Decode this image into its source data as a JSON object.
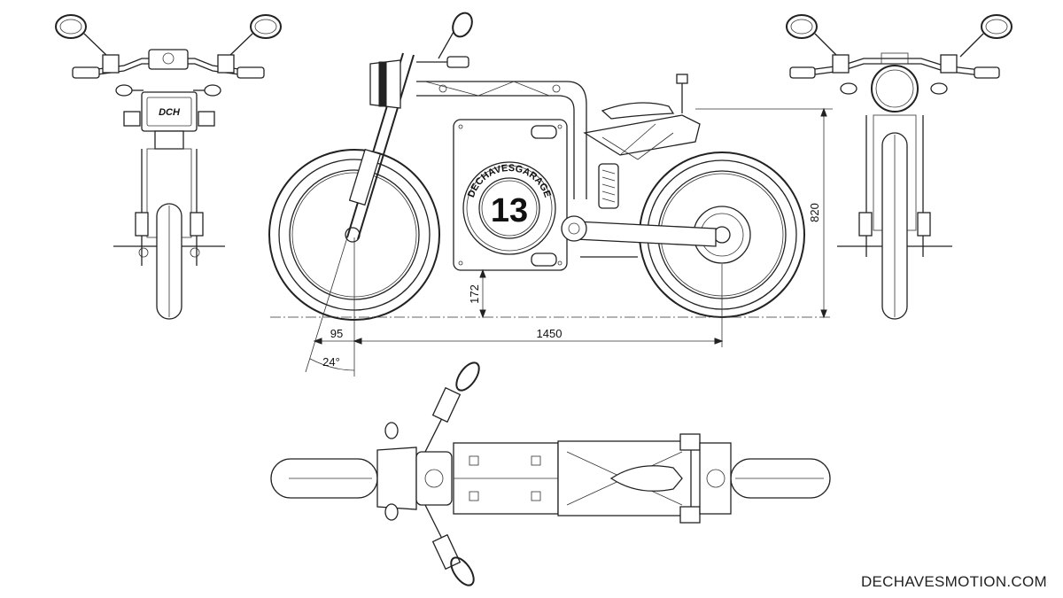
{
  "watermark": "DECHAVESMOTION.COM",
  "dimensions": {
    "height": "820",
    "ground_clearance": "172",
    "trail": "95",
    "wheelbase": "1450",
    "rake": "24°"
  },
  "front_logo": "DCH",
  "badge": {
    "ring_text": "DECHAVESGARAGE",
    "number": "13"
  }
}
